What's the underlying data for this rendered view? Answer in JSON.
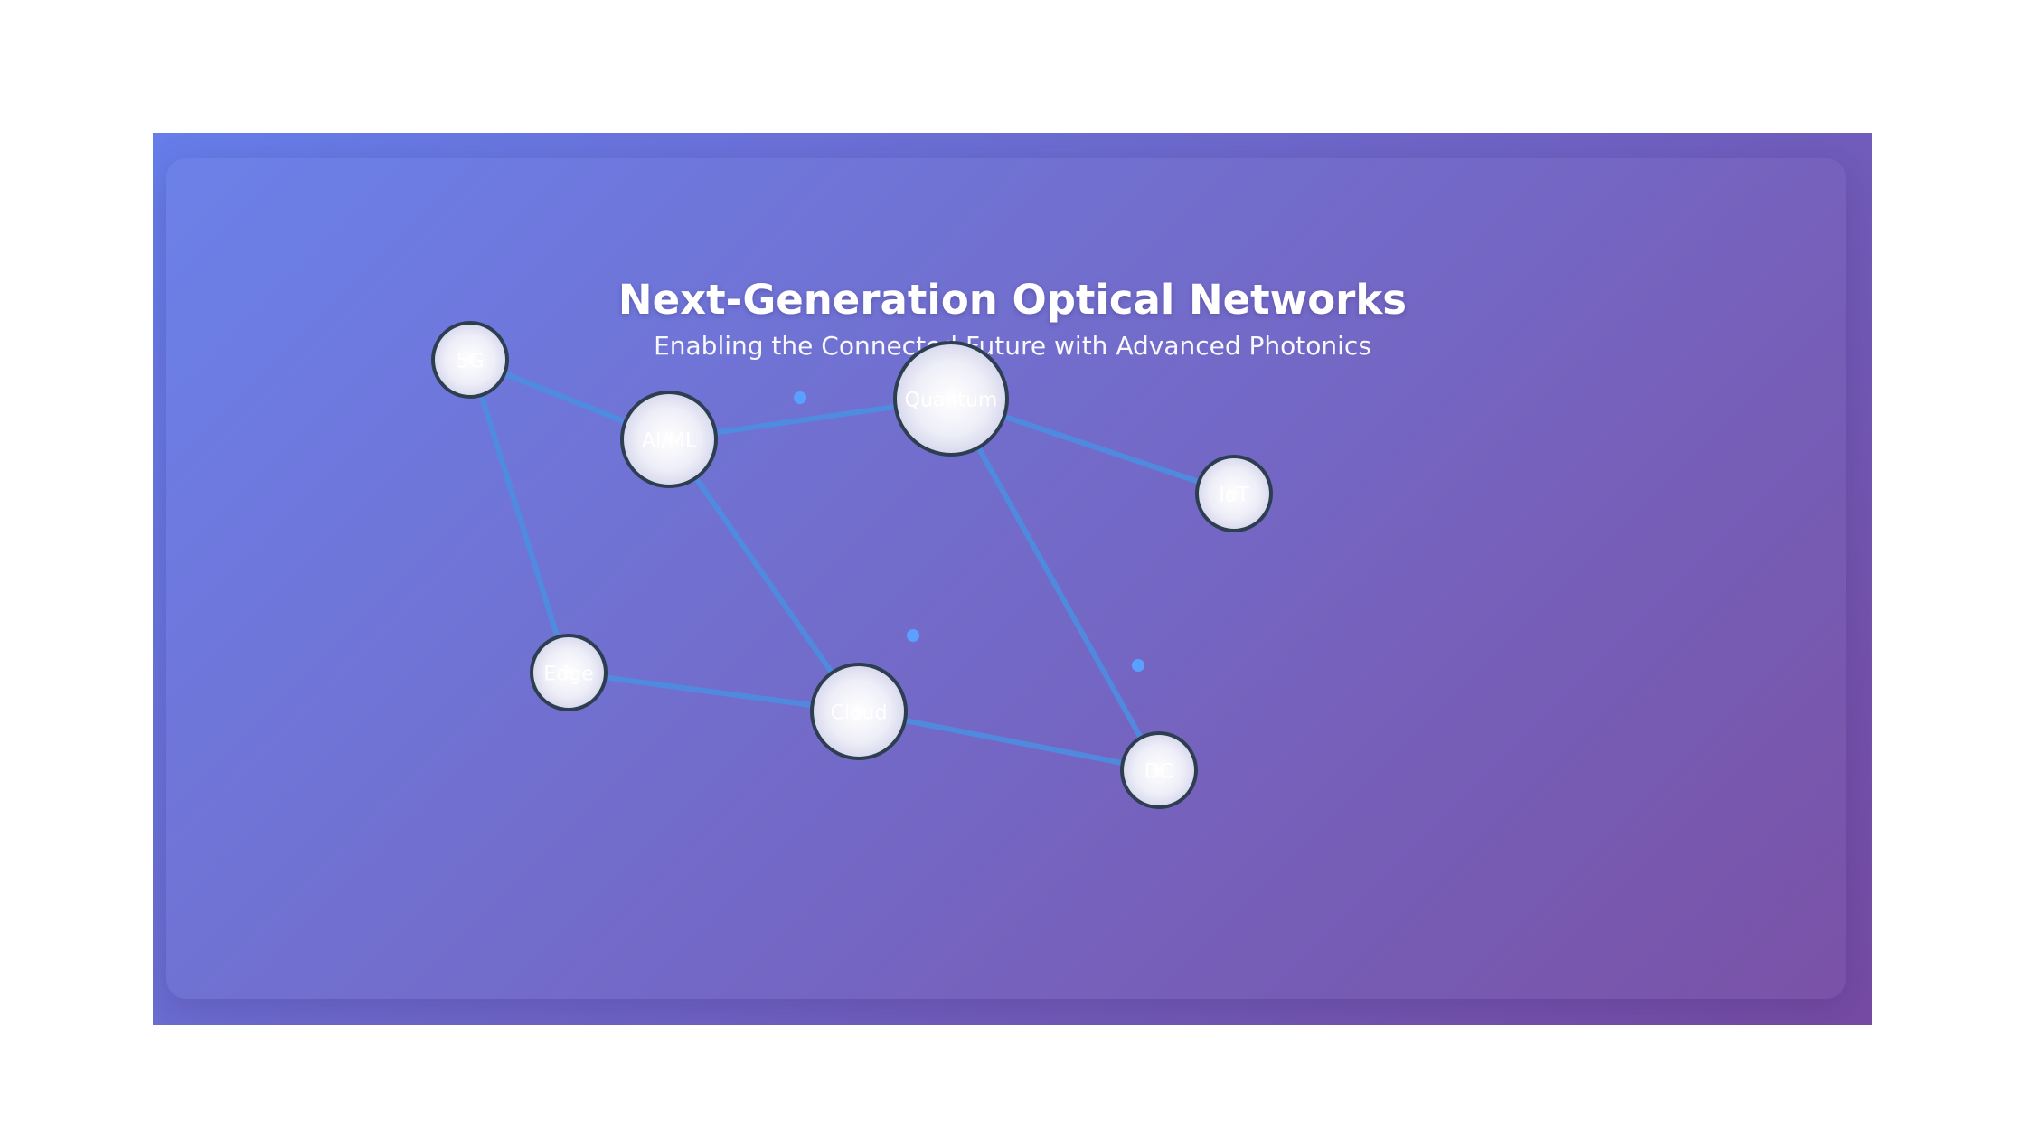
{
  "header": {
    "title": "Next-Generation Optical Networks",
    "subtitle": "Enabling the Connected Future with Advanced Photonics"
  },
  "colors": {
    "gradient_start": "#667eea",
    "gradient_end": "#764ba2",
    "link": "#4a90e2",
    "node_stroke": "#2d3e50",
    "pulse": "#5aa0ff"
  },
  "nodes": [
    {
      "id": "5g",
      "label": "5G"
    },
    {
      "id": "aiml",
      "label": "AI/ML"
    },
    {
      "id": "quantum",
      "label": "Quantum"
    },
    {
      "id": "iot",
      "label": "IoT"
    },
    {
      "id": "edge",
      "label": "Edge"
    },
    {
      "id": "cloud",
      "label": "Cloud"
    },
    {
      "id": "dc",
      "label": "DC"
    }
  ],
  "links": [
    {
      "from": "5g",
      "to": "aiml"
    },
    {
      "from": "5g",
      "to": "edge"
    },
    {
      "from": "aiml",
      "to": "quantum"
    },
    {
      "from": "aiml",
      "to": "cloud"
    },
    {
      "from": "quantum",
      "to": "iot"
    },
    {
      "from": "quantum",
      "to": "dc"
    },
    {
      "from": "edge",
      "to": "cloud"
    },
    {
      "from": "cloud",
      "to": "dc"
    }
  ]
}
